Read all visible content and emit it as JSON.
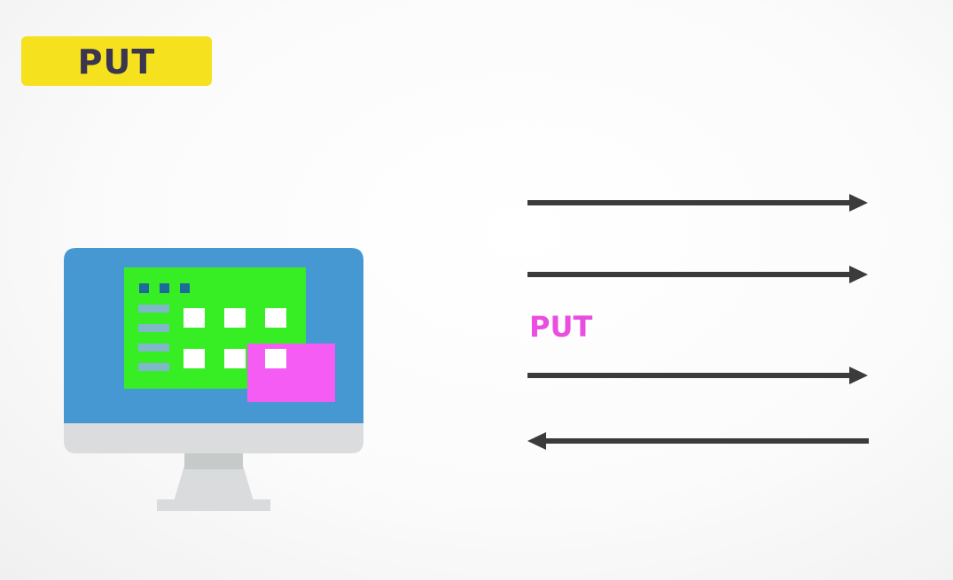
{
  "badge": {
    "text": "PUT"
  },
  "arrows_label": {
    "text": "PUT"
  },
  "arrows": [
    {
      "direction": "right"
    },
    {
      "direction": "right"
    },
    {
      "direction": "right"
    },
    {
      "direction": "left"
    }
  ],
  "colors": {
    "badge_bg": "#f6e11f",
    "badge_text": "#3a3550",
    "label": "#ea4ee0",
    "monitor_frame": "#4698d3",
    "monitor_chin": "#dadcdd",
    "stand": "#d9dbdc",
    "app_window": "#36ee23",
    "popup": "#f55cf3",
    "arrow": "#3b3b3b"
  },
  "icons": {
    "monitor": "desktop-computer-icon"
  }
}
